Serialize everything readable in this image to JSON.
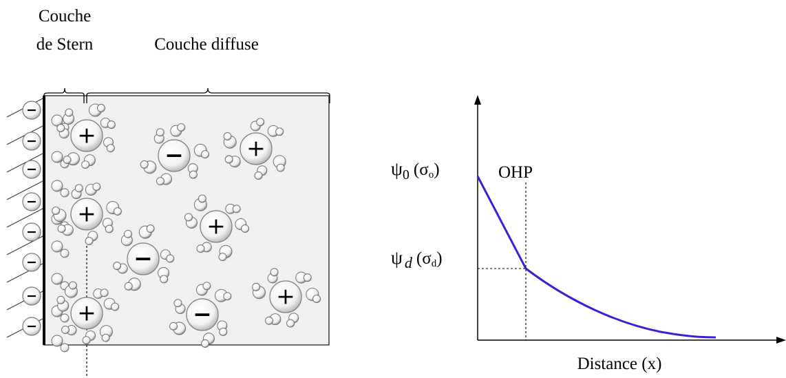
{
  "labels": {
    "stern_line1": "Couche",
    "stern_line2": "de Stern",
    "diffuse": "Couche diffuse",
    "ohp": "OHP",
    "psi0_sym": "ψ",
    "psi0_sub": "0",
    "psi0_sigma": "(σ",
    "psi0_sigma_sub": "o",
    "psi0_close": ")",
    "psid_sym": "ψ",
    "psid_sub": "d",
    "psid_sigma": "(σ",
    "psid_sigma_sub": "d",
    "psid_close": ")",
    "xaxis": "Distance (x)"
  },
  "symbols": {
    "plus": "+",
    "minus": "−"
  },
  "ions": {
    "surface_charges": [
      "minus",
      "minus",
      "minus",
      "minus",
      "minus",
      "minus",
      "minus",
      "minus"
    ],
    "stern_cations": [
      "plus",
      "plus",
      "plus"
    ],
    "diffuse_ions": [
      "minus",
      "plus",
      "plus",
      "minus",
      "minus",
      "plus"
    ]
  },
  "colors": {
    "potential_curve": "#3a1fd6",
    "solution_fill": "#f0f0f0",
    "wall": "#000000"
  }
}
